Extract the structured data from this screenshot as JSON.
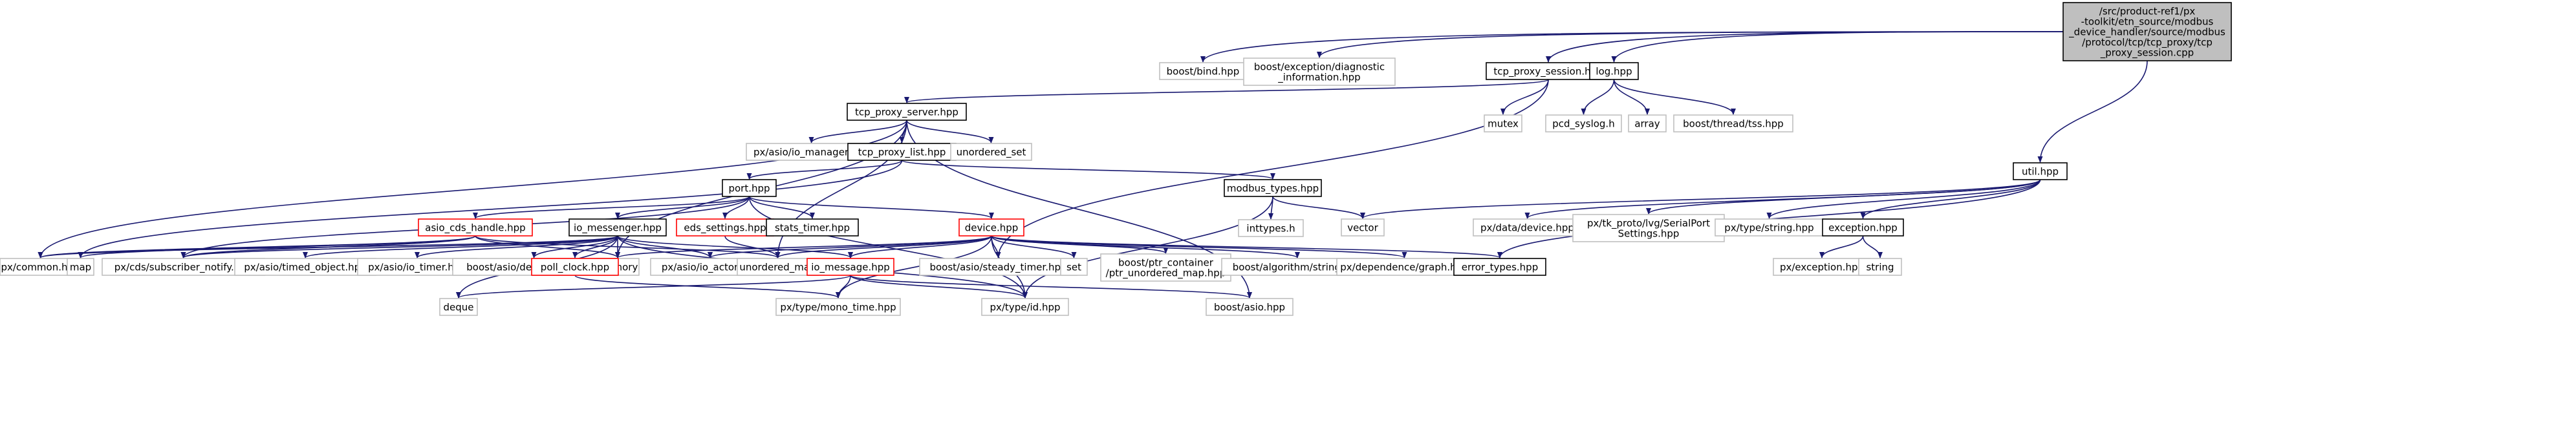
{
  "title": "/src/product-ref1/px-toolkit/etn_source/modbus_device_handler/source/modbus/protocol/tcp/tcp_proxy/tcp_proxy_session.cpp dependency graph",
  "colors": {
    "edge": "#191970",
    "root_fill": "#bfbfbf",
    "root_border": "#000000",
    "doc_border": "#000000",
    "missing_border": "#bfbfbf",
    "red_border": "#ff0000",
    "text": "#000000",
    "missing_text": "#000000"
  },
  "nodes": [
    {
      "id": "root",
      "kind": "root",
      "lines": [
        "/src/product-ref1/px",
        "-toolkit/etn_source/modbus",
        "_device_handler/source/modbus",
        "/protocol/tcp/tcp_proxy/tcp",
        "_proxy_session.cpp"
      ]
    },
    {
      "id": "boost_bind",
      "kind": "missing",
      "lines": [
        "boost/bind.hpp"
      ]
    },
    {
      "id": "boost_diag",
      "kind": "missing",
      "lines": [
        "boost/exception/diagnostic",
        "_information.hpp"
      ]
    },
    {
      "id": "tcp_proxy_session",
      "kind": "doc",
      "lines": [
        "tcp_proxy_session.hpp"
      ]
    },
    {
      "id": "log",
      "kind": "doc",
      "lines": [
        "log.hpp"
      ]
    },
    {
      "id": "util",
      "kind": "doc",
      "lines": [
        "util.hpp"
      ]
    },
    {
      "id": "mutex",
      "kind": "missing",
      "lines": [
        "mutex"
      ]
    },
    {
      "id": "pcd_syslog",
      "kind": "missing",
      "lines": [
        "pcd_syslog.h"
      ]
    },
    {
      "id": "array",
      "kind": "missing",
      "lines": [
        "array"
      ]
    },
    {
      "id": "tss",
      "kind": "missing",
      "lines": [
        "boost/thread/tss.hpp"
      ]
    },
    {
      "id": "tcp_proxy_server",
      "kind": "doc",
      "lines": [
        "tcp_proxy_server.hpp"
      ]
    },
    {
      "id": "io_manager",
      "kind": "missing",
      "lines": [
        "px/asio/io_manager.hpp"
      ]
    },
    {
      "id": "tcp_proxy_list",
      "kind": "doc",
      "lines": [
        "tcp_proxy_list.hpp"
      ]
    },
    {
      "id": "unordered_set",
      "kind": "missing",
      "lines": [
        "unordered_set"
      ]
    },
    {
      "id": "port",
      "kind": "doc",
      "lines": [
        "port.hpp"
      ]
    },
    {
      "id": "modbus_types",
      "kind": "doc",
      "lines": [
        "modbus_types.hpp"
      ]
    },
    {
      "id": "inttypes",
      "kind": "missing",
      "lines": [
        "inttypes.h"
      ]
    },
    {
      "id": "vector",
      "kind": "missing",
      "lines": [
        "vector"
      ]
    },
    {
      "id": "px_data_device",
      "kind": "missing",
      "lines": [
        "px/data/device.hpp"
      ]
    },
    {
      "id": "serialport",
      "kind": "missing",
      "lines": [
        "px/tk_proto/lvg/SerialPort",
        "Settings.hpp"
      ]
    },
    {
      "id": "px_type_string",
      "kind": "missing",
      "lines": [
        "px/type/string.hpp"
      ]
    },
    {
      "id": "exception",
      "kind": "doc",
      "lines": [
        "exception.hpp"
      ]
    },
    {
      "id": "px_exception",
      "kind": "missing",
      "lines": [
        "px/exception.hpp"
      ]
    },
    {
      "id": "string",
      "kind": "missing",
      "lines": [
        "string"
      ]
    },
    {
      "id": "asio_cds_handle",
      "kind": "red",
      "lines": [
        "asio_cds_handle.hpp"
      ]
    },
    {
      "id": "io_messenger",
      "kind": "doc",
      "lines": [
        "io_messenger.hpp"
      ]
    },
    {
      "id": "eds_settings",
      "kind": "red",
      "lines": [
        "eds_settings.hpp"
      ]
    },
    {
      "id": "stats_timer",
      "kind": "doc",
      "lines": [
        "stats_timer.hpp"
      ]
    },
    {
      "id": "device",
      "kind": "red",
      "lines": [
        "device.hpp"
      ]
    },
    {
      "id": "px_common",
      "kind": "missing",
      "lines": [
        "px/common.hpp"
      ]
    },
    {
      "id": "map",
      "kind": "missing",
      "lines": [
        "map"
      ]
    },
    {
      "id": "subscriber_notify",
      "kind": "missing",
      "lines": [
        "px/cds/subscriber_notify.hpp"
      ]
    },
    {
      "id": "timed_object",
      "kind": "missing",
      "lines": [
        "px/asio/timed_object.hpp"
      ]
    },
    {
      "id": "io_timer",
      "kind": "missing",
      "lines": [
        "px/asio/io_timer.hpp"
      ]
    },
    {
      "id": "detail_config",
      "kind": "missing",
      "lines": [
        "boost/asio/detail/config.hpp"
      ]
    },
    {
      "id": "memory",
      "kind": "missing",
      "lines": [
        "memory"
      ]
    },
    {
      "id": "poll_clock",
      "kind": "red",
      "lines": [
        "poll_clock.hpp"
      ]
    },
    {
      "id": "io_actor",
      "kind": "missing",
      "lines": [
        "px/asio/io_actor.hpp"
      ]
    },
    {
      "id": "unordered_map",
      "kind": "missing",
      "lines": [
        "unordered_map"
      ]
    },
    {
      "id": "io_message",
      "kind": "red",
      "lines": [
        "io_message.hpp"
      ]
    },
    {
      "id": "steady_timer",
      "kind": "missing",
      "lines": [
        "boost/asio/steady_timer.hpp"
      ]
    },
    {
      "id": "set",
      "kind": "missing",
      "lines": [
        "set"
      ]
    },
    {
      "id": "ptr_container",
      "kind": "missing",
      "lines": [
        "boost/ptr_container",
        "/ptr_unordered_map.hpp"
      ]
    },
    {
      "id": "algorithm_string",
      "kind": "missing",
      "lines": [
        "boost/algorithm/string.hpp"
      ]
    },
    {
      "id": "dependence_graph",
      "kind": "missing",
      "lines": [
        "px/dependence/graph.hpp"
      ]
    },
    {
      "id": "error_types",
      "kind": "doc",
      "lines": [
        "error_types.hpp"
      ]
    },
    {
      "id": "deque",
      "kind": "missing",
      "lines": [
        "deque"
      ]
    },
    {
      "id": "mono_time",
      "kind": "missing",
      "lines": [
        "px/type/mono_time.hpp"
      ]
    },
    {
      "id": "px_type_id",
      "kind": "missing",
      "lines": [
        "px/type/id.hpp"
      ]
    },
    {
      "id": "boost_asio",
      "kind": "missing",
      "lines": [
        "boost/asio.hpp"
      ]
    }
  ],
  "edges": [
    [
      "root",
      "boost_bind"
    ],
    [
      "root",
      "boost_diag"
    ],
    [
      "root",
      "tcp_proxy_session"
    ],
    [
      "root",
      "log"
    ],
    [
      "root",
      "util"
    ],
    [
      "tcp_proxy_session",
      "mutex"
    ],
    [
      "tcp_proxy_session",
      "tcp_proxy_server"
    ],
    [
      "tcp_proxy_session",
      "steady_timer"
    ],
    [
      "log",
      "pcd_syslog"
    ],
    [
      "log",
      "array"
    ],
    [
      "log",
      "tss"
    ],
    [
      "tcp_proxy_server",
      "io_manager"
    ],
    [
      "tcp_proxy_server",
      "tcp_proxy_list"
    ],
    [
      "tcp_proxy_server",
      "unordered_set"
    ],
    [
      "tcp_proxy_server",
      "px_common"
    ],
    [
      "tcp_proxy_server",
      "memory"
    ],
    [
      "tcp_proxy_server",
      "unordered_map"
    ],
    [
      "tcp_proxy_server",
      "boost_asio"
    ],
    [
      "tcp_proxy_list",
      "port"
    ],
    [
      "tcp_proxy_list",
      "modbus_types"
    ],
    [
      "tcp_proxy_list",
      "map"
    ],
    [
      "port",
      "asio_cds_handle"
    ],
    [
      "port",
      "io_messenger"
    ],
    [
      "port",
      "eds_settings"
    ],
    [
      "port",
      "stats_timer"
    ],
    [
      "port",
      "device"
    ],
    [
      "port",
      "subscriber_notify"
    ],
    [
      "port",
      "px_type_id"
    ],
    [
      "modbus_types",
      "inttypes"
    ],
    [
      "modbus_types",
      "vector"
    ],
    [
      "modbus_types",
      "px_type_id"
    ],
    [
      "util",
      "vector"
    ],
    [
      "util",
      "px_data_device"
    ],
    [
      "util",
      "serialport"
    ],
    [
      "util",
      "px_type_string"
    ],
    [
      "util",
      "exception"
    ],
    [
      "util",
      "error_types"
    ],
    [
      "exception",
      "px_exception"
    ],
    [
      "exception",
      "string"
    ],
    [
      "asio_cds_handle",
      "px_common"
    ],
    [
      "asio_cds_handle",
      "map"
    ],
    [
      "asio_cds_handle",
      "subscriber_notify"
    ],
    [
      "asio_cds_handle",
      "memory"
    ],
    [
      "asio_cds_handle",
      "unordered_map"
    ],
    [
      "io_messenger",
      "px_common"
    ],
    [
      "io_messenger",
      "subscriber_notify"
    ],
    [
      "io_messenger",
      "timed_object"
    ],
    [
      "io_messenger",
      "io_timer"
    ],
    [
      "io_messenger",
      "detail_config"
    ],
    [
      "io_messenger",
      "memory"
    ],
    [
      "io_messenger",
      "poll_clock"
    ],
    [
      "io_messenger",
      "io_actor"
    ],
    [
      "io_messenger",
      "io_message"
    ],
    [
      "io_messenger",
      "deque"
    ],
    [
      "io_messenger",
      "px_type_id"
    ],
    [
      "eds_settings",
      "unordered_map"
    ],
    [
      "device",
      "io_actor"
    ],
    [
      "device",
      "unordered_map"
    ],
    [
      "device",
      "io_message"
    ],
    [
      "device",
      "steady_timer"
    ],
    [
      "device",
      "set"
    ],
    [
      "device",
      "ptr_container"
    ],
    [
      "device",
      "algorithm_string"
    ],
    [
      "device",
      "dependence_graph"
    ],
    [
      "device",
      "error_types"
    ],
    [
      "device",
      "mono_time"
    ],
    [
      "device",
      "px_type_id"
    ],
    [
      "device",
      "memory"
    ],
    [
      "poll_clock",
      "mono_time"
    ],
    [
      "io_message",
      "deque"
    ],
    [
      "io_message",
      "mono_time"
    ],
    [
      "io_message",
      "px_type_id"
    ],
    [
      "io_message",
      "boost_asio"
    ]
  ]
}
